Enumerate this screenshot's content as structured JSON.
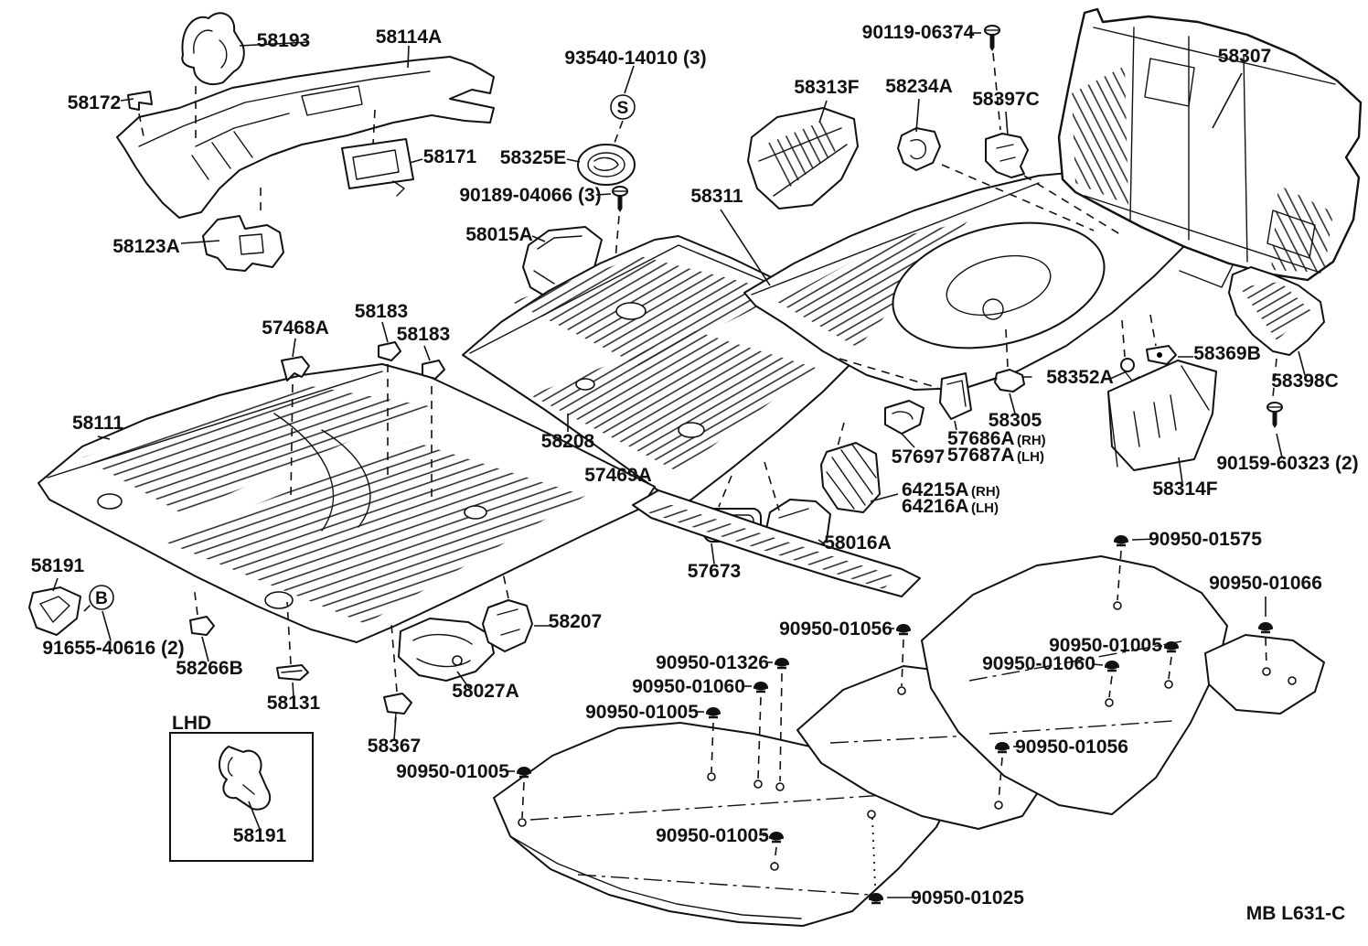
{
  "diagram": {
    "footer_code": "MB L631-C",
    "background": "#ffffff",
    "line_color": "#111111",
    "inset": {
      "title": "LHD",
      "part": "58191"
    },
    "markers": {
      "s": "S",
      "b": "B"
    },
    "suffix": {
      "rh": "(RH)",
      "lh": "(LH)"
    },
    "labels": {
      "n58193": "58193",
      "n58114a": "58114A",
      "n58172": "58172",
      "n58171": "58171",
      "n58123a": "58123A",
      "n93540_14010": "93540-14010 (3)",
      "n58325e": "58325E",
      "n90189_04066": "90189-04066 (3)",
      "n58015a": "58015A",
      "n58311": "58311",
      "n58313f": "58313F",
      "n58234a": "58234A",
      "n90119_06374": "90119-06374",
      "n58397c": "58397C",
      "n58307": "58307",
      "n58183": "58183",
      "n57468a": "57468A",
      "n58111": "58111",
      "n58208": "58208",
      "n57469a": "57469A",
      "n58369b": "58369B",
      "n58352a": "58352A",
      "n58398c": "58398C",
      "n58305": "58305",
      "n57686a": "57686A",
      "n57687a": "57687A",
      "n57697": "57697",
      "n64215a": "64215A",
      "n64216a": "64216A",
      "n58314f": "58314F",
      "n90159_60323": "90159-60323 (2)",
      "n58191": "58191",
      "n91655_40616": "91655-40616 (2)",
      "n58266b": "58266B",
      "n58131": "58131",
      "n58367": "58367",
      "n58027a": "58027A",
      "n58207": "58207",
      "n57673": "57673",
      "n58016a": "58016A",
      "n90950_01575": "90950-01575",
      "n90950_01066": "90950-01066",
      "n90950_01056": "90950-01056",
      "n90950_01005": "90950-01005",
      "n90950_01060": "90950-01060",
      "n90950_01326": "90950-01326",
      "n90950_01025": "90950-01025"
    }
  }
}
